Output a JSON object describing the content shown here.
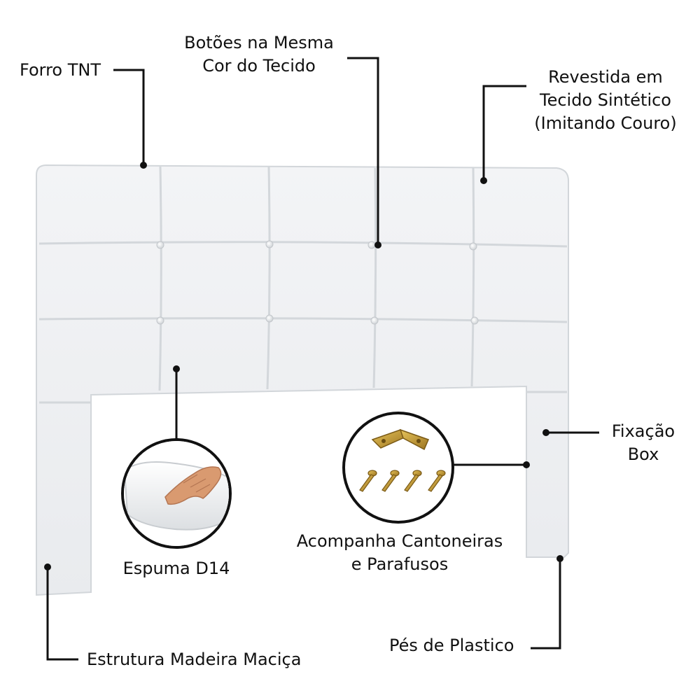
{
  "colors": {
    "fabric": "#eef0f2",
    "fabric_shadow": "#d7dadd",
    "line": "#111111",
    "brass": "#c9a13a"
  },
  "icons": {
    "foam": "foam-sample-icon",
    "bracket": "corner-bracket-icon",
    "screw": "screw-icon"
  },
  "labels": {
    "forro": "Forro TNT",
    "botoes": [
      "Botões na Mesma",
      "Cor do Tecido"
    ],
    "revestida": [
      "Revestida em",
      "Tecido Sintético",
      "(Imitando Couro)"
    ],
    "fixacao": [
      "Fixação",
      "Box"
    ],
    "espuma": "Espuma D14",
    "acompanha": [
      "Acompanha Cantoneiras",
      "e Parafusos"
    ],
    "pes": "Pés de Plastico",
    "estrutura": "Estrutura Madeira Maciça"
  }
}
